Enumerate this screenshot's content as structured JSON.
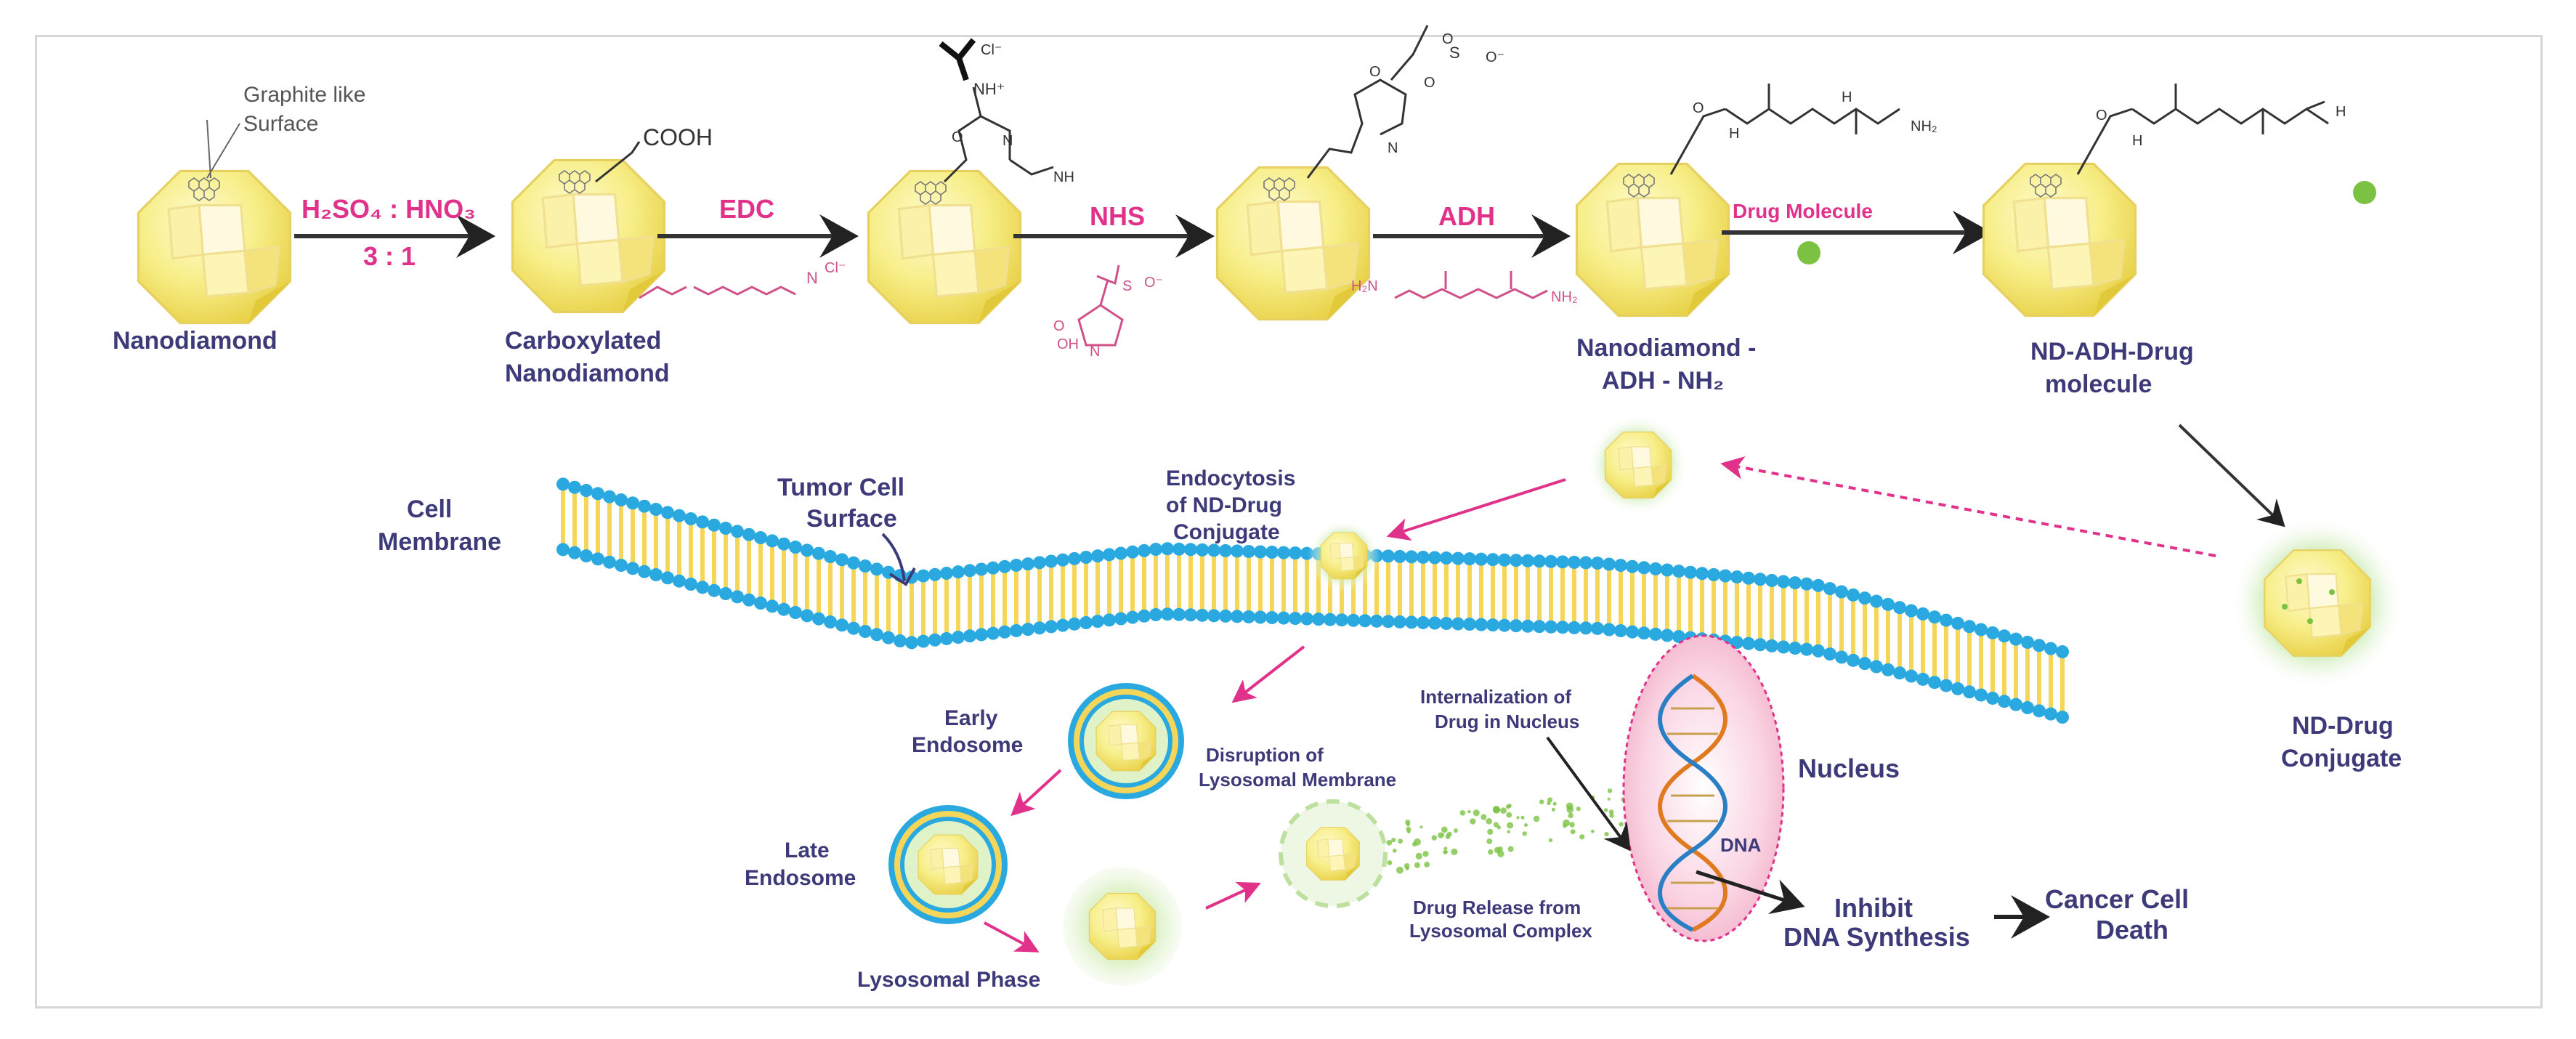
{
  "reaction": {
    "graphite_label_1": "Graphite like",
    "graphite_label_2": "Surface",
    "cooh": "COOH",
    "h2so4": "H₂SO₄ : HNO₃",
    "ratio": "3 : 1",
    "edc": "EDC",
    "nhs": "NHS",
    "adh": "ADH",
    "drug_molecule": "Drug Molecule",
    "cl": "Cl⁻",
    "nh_plus": "NH⁺",
    "nh": "NH",
    "n": "N",
    "o": "O",
    "oh": "OH",
    "s": "S",
    "o_minus": "O⁻",
    "h": "H",
    "h2n": "H₂N",
    "nh2": "NH₂"
  },
  "labels": {
    "nanodiamond": "Nanodiamond",
    "carboxylated_1": "Carboxylated",
    "carboxylated_2": "Nanodiamond",
    "nd_adh_1": "Nanodiamond -",
    "nd_adh_2": "ADH - NH₂",
    "nd_adh_drug_1": "ND-ADH-Drug",
    "nd_adh_drug_2": "molecule",
    "nd_drug_1": "ND-Drug",
    "nd_drug_2": "Conjugate",
    "cell_membrane_1": "Cell",
    "cell_membrane_2": "Membrane",
    "tumor_1": "Tumor Cell",
    "tumor_2": "Surface",
    "endocytosis_1": "Endocytosis",
    "endocytosis_2": "of ND-Drug",
    "endocytosis_3": "Conjugate",
    "early_1": "Early",
    "early_2": "Endosome",
    "late_1": "Late",
    "late_2": "Endosome",
    "lysosomal_phase": "Lysosomal Phase",
    "disruption_1": "Disruption of",
    "disruption_2": "Lysosomal Membrane",
    "release_1": "Drug Release from",
    "release_2": "Lysosomal Complex",
    "internal_1": "Internalization of",
    "internal_2": "Drug in Nucleus",
    "nucleus": "Nucleus",
    "dna": "DNA",
    "inhibit_1": "Inhibit",
    "inhibit_2": "DNA Synthesis",
    "death_1": "Cancer Cell",
    "death_2": "Death"
  },
  "colors": {
    "label": "#3d3a7a",
    "reagent": "#e0328a",
    "diamond": "#f7ee88",
    "membrane_head": "#2aa9e0",
    "membrane_tail": "#f4d65a",
    "drug": "#7cc242",
    "nucleus": "#f6c3d6"
  }
}
